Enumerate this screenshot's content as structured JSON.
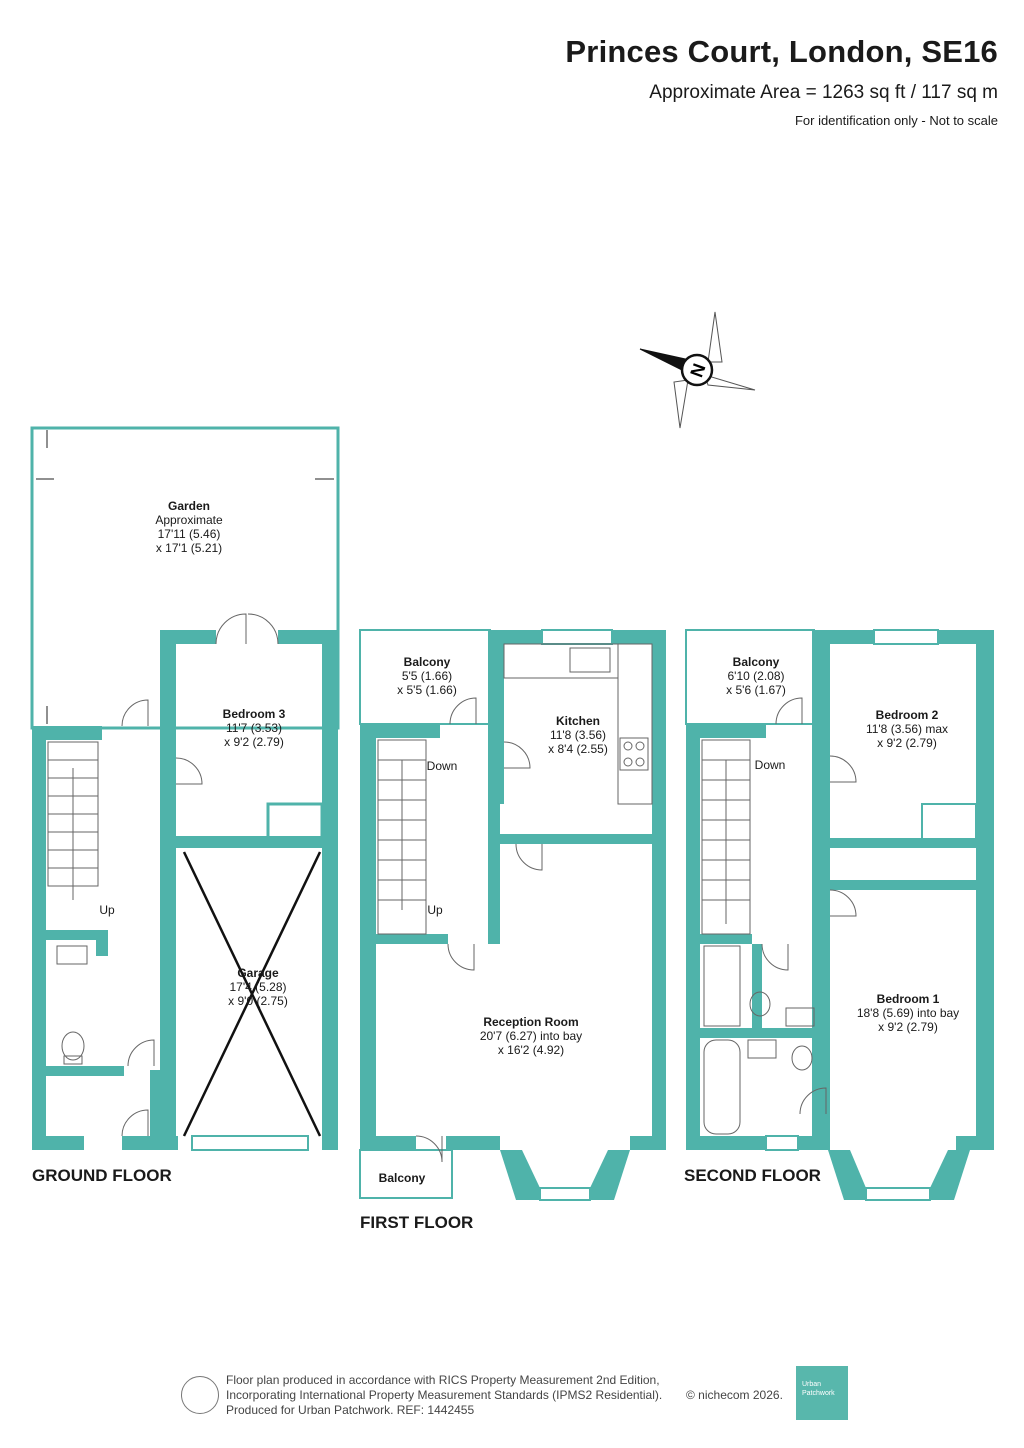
{
  "header": {
    "title": "Princes Court, London, SE16",
    "area": "Approximate Area = 1263 sq ft / 117 sq m",
    "note": "For identification only - Not to scale"
  },
  "compass": {
    "label": "N"
  },
  "colors": {
    "wall": "#4fb3aa",
    "text": "#1a1a1a"
  },
  "floors": {
    "ground": {
      "label": "GROUND FLOOR",
      "garden": {
        "name": "Garden",
        "l1": "Approximate",
        "l2": "17'11 (5.46)",
        "l3": "x 17'1 (5.21)"
      },
      "bedroom3": {
        "name": "Bedroom 3",
        "l1": "11'7 (3.53)",
        "l2": "x 9'2 (2.79)"
      },
      "garage": {
        "name": "Garage",
        "l1": "17'4 (5.28)",
        "l2": "x 9'0 (2.75)"
      },
      "stairs": "Up"
    },
    "first": {
      "label": "FIRST FLOOR",
      "balcony_top": {
        "name": "Balcony",
        "l1": "5'5 (1.66)",
        "l2": "x 5'5 (1.66)"
      },
      "kitchen": {
        "name": "Kitchen",
        "l1": "11'8 (3.56)",
        "l2": "x 8'4 (2.55)"
      },
      "reception": {
        "name": "Reception Room",
        "l1": "20'7 (6.27) into bay",
        "l2": "x 16'2 (4.92)"
      },
      "balcony_bottom": {
        "name": "Balcony"
      },
      "stairs_down": "Down",
      "stairs_up": "Up"
    },
    "second": {
      "label": "SECOND FLOOR",
      "balcony": {
        "name": "Balcony",
        "l1": "6'10 (2.08)",
        "l2": "x 5'6 (1.67)"
      },
      "bedroom2": {
        "name": "Bedroom 2",
        "l1": "11'8 (3.56) max",
        "l2": "x 9'2 (2.79)"
      },
      "bedroom1": {
        "name": "Bedroom 1",
        "l1": "18'8 (5.69) into bay",
        "l2": "x 9'2 (2.79)"
      },
      "stairs_down": "Down"
    }
  },
  "footer": {
    "line1": "Floor plan produced in accordance with RICS Property Measurement 2nd Edition,",
    "line2": "Incorporating International Property Measurement Standards (IPMS2 Residential).",
    "line3": "Produced for Urban Patchwork.   REF:  1442455",
    "copyright": "© nichecom 2026.",
    "logo_l1": "Urban",
    "logo_l2": "Patchwork"
  }
}
